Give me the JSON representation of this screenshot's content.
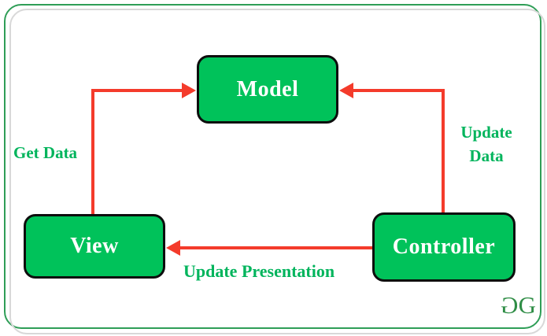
{
  "nodes": {
    "model": {
      "label": "Model"
    },
    "view": {
      "label": "View"
    },
    "controller": {
      "label": "Controller"
    }
  },
  "edges": {
    "get_data": {
      "label": "Get Data",
      "from": "view",
      "to": "model"
    },
    "update_data": {
      "label": "Update Data",
      "from": "controller",
      "to": "model"
    },
    "update_presentation": {
      "label": "Update Presentation",
      "from": "controller",
      "to": "view"
    }
  },
  "logo": {
    "g1": "G",
    "g2": "G"
  },
  "colors": {
    "node_fill": "#00c25a",
    "node_border": "#0d0d0d",
    "node_text": "#ffffff",
    "arrow": "#f43b2b",
    "edge_label_text": "#00b45c",
    "outer_border_green": "#2f9e57",
    "outer_border_gray": "#d8d8d8",
    "logo_green": "#2f8d46",
    "background": "#ffffff"
  }
}
